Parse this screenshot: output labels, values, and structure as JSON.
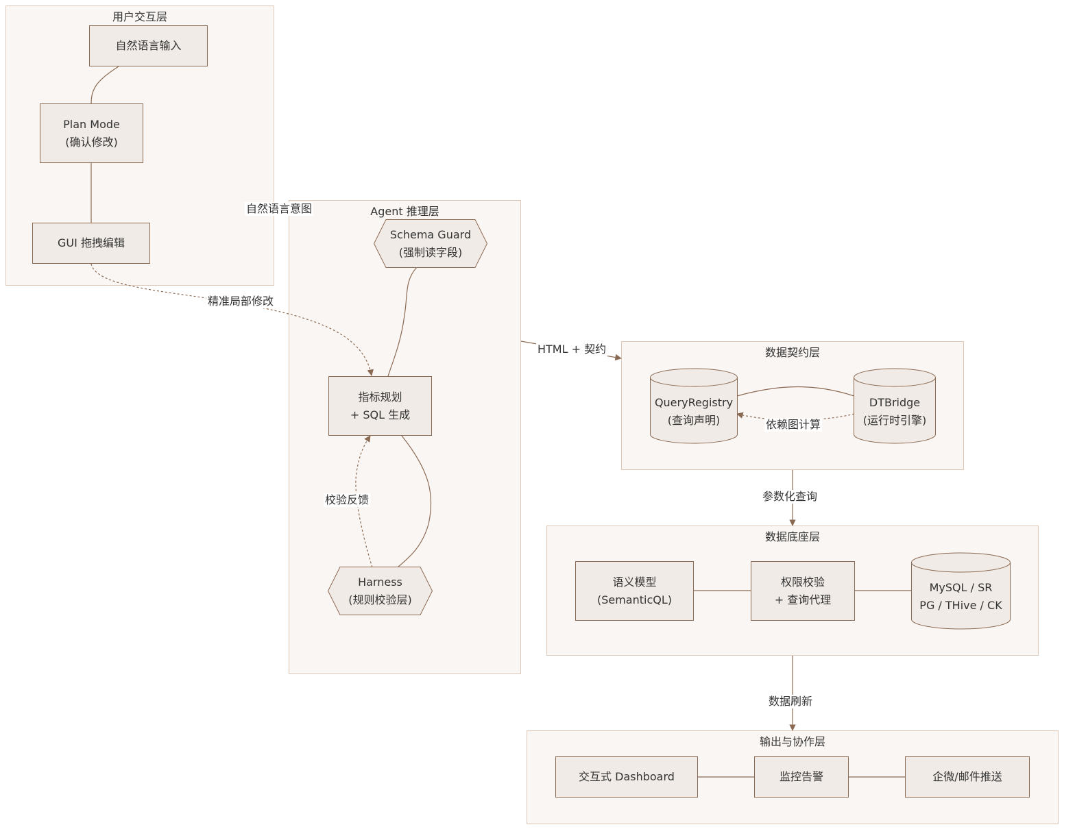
{
  "clusters": {
    "user": "用户交互层",
    "agent": "Agent 推理层",
    "contract": "数据契约层",
    "base": "数据底座层",
    "output": "输出与协作层"
  },
  "nodes": {
    "nl_input": "自然语言输入",
    "plan_mode_l1": "Plan Mode",
    "plan_mode_l2": "(确认修改)",
    "gui_edit": "GUI 拖拽编辑",
    "schema_guard_l1": "Schema Guard",
    "schema_guard_l2": "(强制读字段)",
    "metric_plan_l1": "指标规划",
    "metric_plan_l2": "+ SQL 生成",
    "harness_l1": "Harness",
    "harness_l2": "(规则校验层)",
    "query_registry_l1": "QueryRegistry",
    "query_registry_l2": "(查询声明)",
    "dtbridge_l1": "DTBridge",
    "dtbridge_l2": "(运行时引擎)",
    "semantic_l1": "语义模型",
    "semantic_l2": "(SemanticQL)",
    "permission_l1": "权限校验",
    "permission_l2": "+ 查询代理",
    "db_l1": "MySQL / SR",
    "db_l2": "PG / THive / CK",
    "dashboard": "交互式 Dashboard",
    "monitor": "监控告警",
    "push": "企微/邮件推送"
  },
  "edge_labels": {
    "nl_intent": "自然语言意图",
    "precise_edit": "精准局部修改",
    "html_contract": "HTML + 契约",
    "dep_graph": "依赖图计算",
    "param_query": "参数化查询",
    "data_refresh": "数据刷新",
    "validation_feedback": "校验反馈"
  },
  "colors": {
    "cluster_fill": "#faf6f3",
    "cluster_border": "#dcc9b9",
    "node_fill": "#f0ebe6",
    "node_border": "#8b6a53",
    "edge": "#8b6a53"
  }
}
